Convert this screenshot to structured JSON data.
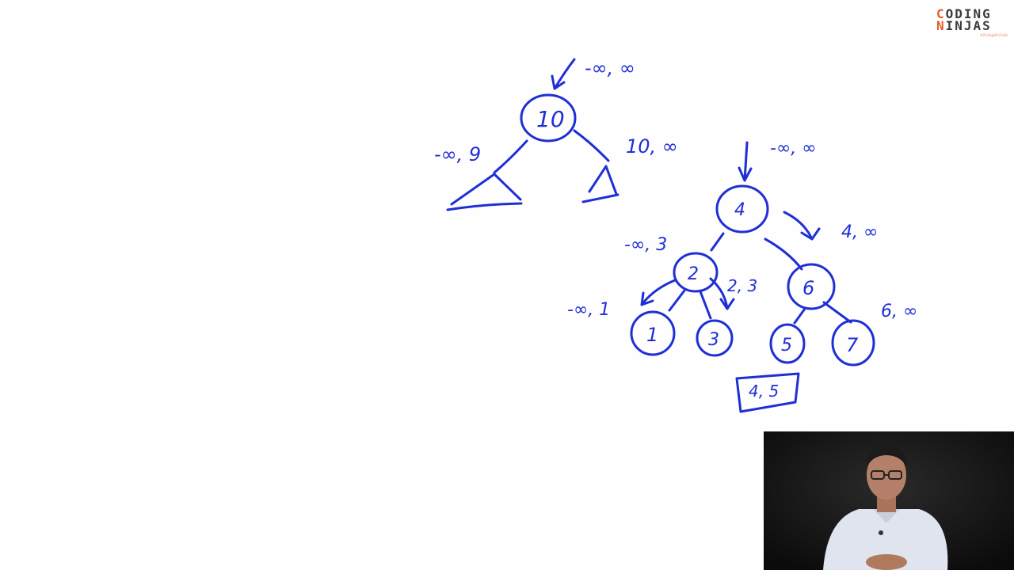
{
  "logo": {
    "line1_accent": "C",
    "line1_rest": "ODING",
    "line2_accent": "N",
    "line2_rest": "INJAS",
    "tagline": "#ZindagiBhiCode",
    "accent_color": "#e85d2a"
  },
  "ink_color": "#1f2fd6",
  "tree1": {
    "root": "10",
    "root_range": "-∞, ∞",
    "left_range": "-∞, 9",
    "right_range": "10, ∞"
  },
  "tree2": {
    "root": "4",
    "root_range": "-∞, ∞",
    "left_child": "2",
    "left_range": "-∞, 3",
    "right_child": "6",
    "right_range": "4, ∞",
    "n1": "1",
    "n1_range": "-∞, 1",
    "n3": "3",
    "n3_range": "2, 3",
    "n5": "5",
    "n5_box": "4, 5",
    "n7": "7",
    "n7_range": "6, ∞"
  },
  "video": {
    "description_icon": "presenter-video"
  }
}
